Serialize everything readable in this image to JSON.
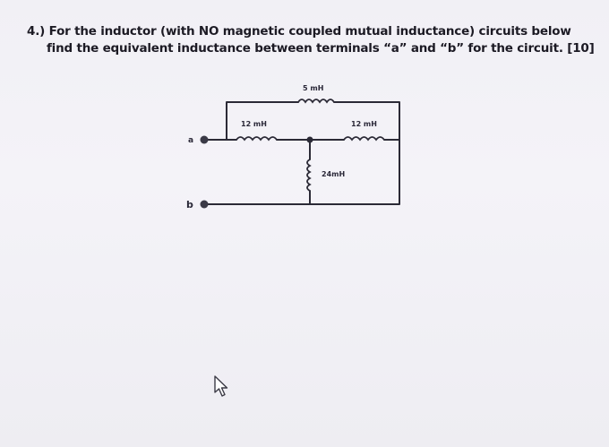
{
  "question": {
    "line1": "4.) For the inductor (with NO magnetic coupled mutual inductance) circuits below",
    "line2": "find the equivalent inductance between terminals “a” and “b” for the circuit. [10]"
  },
  "circuit": {
    "terminal_a": "a",
    "terminal_b": "b",
    "inductors": {
      "top": "5 mH",
      "left": "12 mH",
      "right": "12 mH",
      "middle": "24mH"
    }
  },
  "icons": {
    "cursor": "mouse-pointer-icon"
  }
}
